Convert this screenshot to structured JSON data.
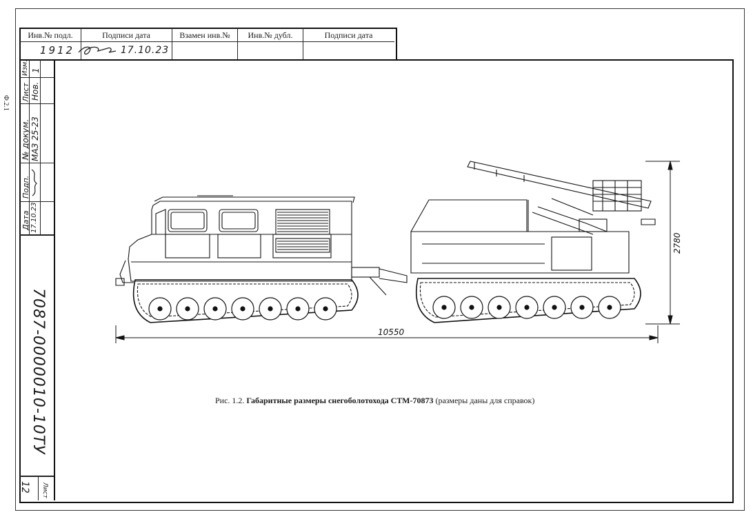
{
  "header": {
    "col_inv_podl": "Инв.№ подл.",
    "col_podpis_data_1": "Подписи дата",
    "col_vzamen": "Взамен инв.№",
    "col_inv_dubl": "Инв.№ дубл.",
    "col_podpis_data_2": "Подписи дата",
    "inv_podl_value": "1912",
    "date_value": "17.10.23"
  },
  "revision_block": {
    "izm_label": "Изм.",
    "izm_value": "1",
    "list_label": "Лист",
    "list_value": "Нов.",
    "nom_dokum_label": "№ докум.",
    "nom_dokum_value": "МАЗ 25-23",
    "podp_label": "Подп.",
    "data_label": "Дата",
    "data_value": "17.10.23"
  },
  "side": {
    "form_code": "Ф.2.1",
    "document_code": "7087-0000010-10ТУ",
    "sheet_label": "Лист",
    "sheet_number": "12"
  },
  "drawing": {
    "dim_length": "10550",
    "dim_height": "2780"
  },
  "caption": {
    "prefix": "Рис. 1.2.",
    "title": "Габаритные размеры снегоболотохода СТМ-70873",
    "suffix": "(размеры даны для справок)"
  }
}
